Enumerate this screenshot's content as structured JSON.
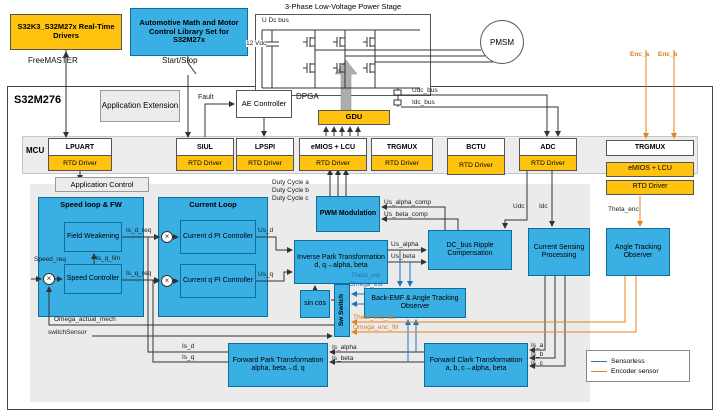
{
  "top": {
    "rtd_box": "S32K3_S32M27x Real-Time Drivers",
    "freemaster": "FreeMASTER",
    "amcl_box": "Automotive Math and Motor Control Library Set for S32M27x",
    "start_stop": "Start/Stop",
    "power_stage_title": "3-Phase Low-Voltage Power Stage",
    "u_dc_bus": "U Dc bus",
    "supply": "12 Vdc",
    "pmsm": "PMSM",
    "enc_a": "Enc_a",
    "enc_b": "Enc_b"
  },
  "chip": {
    "name": "S32M276",
    "application_extension": "Application Extension",
    "fault": "Fault",
    "ae_controller": "AE Controller",
    "dpga": "DPGA",
    "gdu": "GDU",
    "udc_bus": "Udc_bus",
    "idc_bus": "Idc_bus",
    "mcu": "MCU",
    "application_control": "Application Control"
  },
  "peripherals": {
    "lpuart": {
      "name": "LPUART",
      "driver": "RTD Driver"
    },
    "siul": {
      "name": "SIUL",
      "driver": "RTD Driver"
    },
    "lpspi": {
      "name": "LPSPI",
      "driver": "RTD Driver"
    },
    "emios_lcu": {
      "name": "eMIOS + LCU",
      "driver": "RTD Driver"
    },
    "trgmux": {
      "name": "TRGMUX",
      "driver": "RTD Driver"
    },
    "bctu": {
      "name": "BCTU",
      "driver": "RTD Driver"
    },
    "adc": {
      "name": "ADC",
      "driver": "RTD Driver"
    },
    "trgmux_right": {
      "name": "TRGMUX",
      "emios": "eMIOS + LCU",
      "driver": "RTD Driver"
    }
  },
  "blocks": {
    "speed_loop": "Speed loop & FW",
    "field_weakening": "Field Weakening",
    "speed_controller": "Speed Controller",
    "current_loop": "Current Loop",
    "current_d_pi": "Current d PI Controller",
    "current_q_pi": "Current q PI Controller",
    "pwm_modulation": "PWM Modulation",
    "inverse_park": "Inverse Park Transformation d, q→alpha, beta",
    "sin_cos": "sin cos",
    "sw_switch": "Sw Switch",
    "dc_bus_ripple": "DC_bus Ripple Compensation",
    "current_sensing": "Current Sensing Processing",
    "back_emf": "Back-EMF & Angle Tracking Observer",
    "angle_tracking": "Angle Tracking Observer",
    "forward_park": "Forward Park Transformation alpha, beta→d, q",
    "forward_clark": "Forward Clark Transformation a, b, c→alpha, beta"
  },
  "signals": {
    "duty_a": "Duty Cycle a",
    "duty_b": "Duty Cycle b",
    "duty_c": "Duty Cycle c",
    "us_alpha_comp": "Us_alpha_comp",
    "us_beta_comp": "Us_beta_comp",
    "us_alpha": "Us_alpha",
    "us_beta": "Us_beta",
    "udc": "Udc",
    "idc": "Idc",
    "theta_enc": "Theta_enc",
    "is_d_req": "Is_d_req",
    "is_q_req": "Is_q_req",
    "speed_req": "Speed_req",
    "is_q_lim": "Is_q_lim",
    "us_d": "Us_d",
    "us_q": "Us_q",
    "is_d": "Is_d",
    "is_q": "Is_q",
    "theta_est": "Theta_est",
    "omega_est": "Omega_est",
    "theta_enc_filt": "Theta_enc_filt",
    "omega_enc_filt": "Omega_enc_filt",
    "omega_actual_mech": "Omega_actual_mech",
    "switch_sensor": "switchSensor",
    "is_alpha": "Is_alpha",
    "is_beta": "Is_beta",
    "is_a": "Is_a",
    "is_b": "Is_b",
    "is_c": "Is_c",
    "sum": "×"
  },
  "legend": {
    "sensorless": "Sensorless",
    "encoder": "Encoder sensor"
  },
  "colors": {
    "yellow": "#FFC20E",
    "block_blue": "#3AAFE4",
    "sensorless_line": "#1B75BC",
    "encoder_line": "#E8821E"
  }
}
